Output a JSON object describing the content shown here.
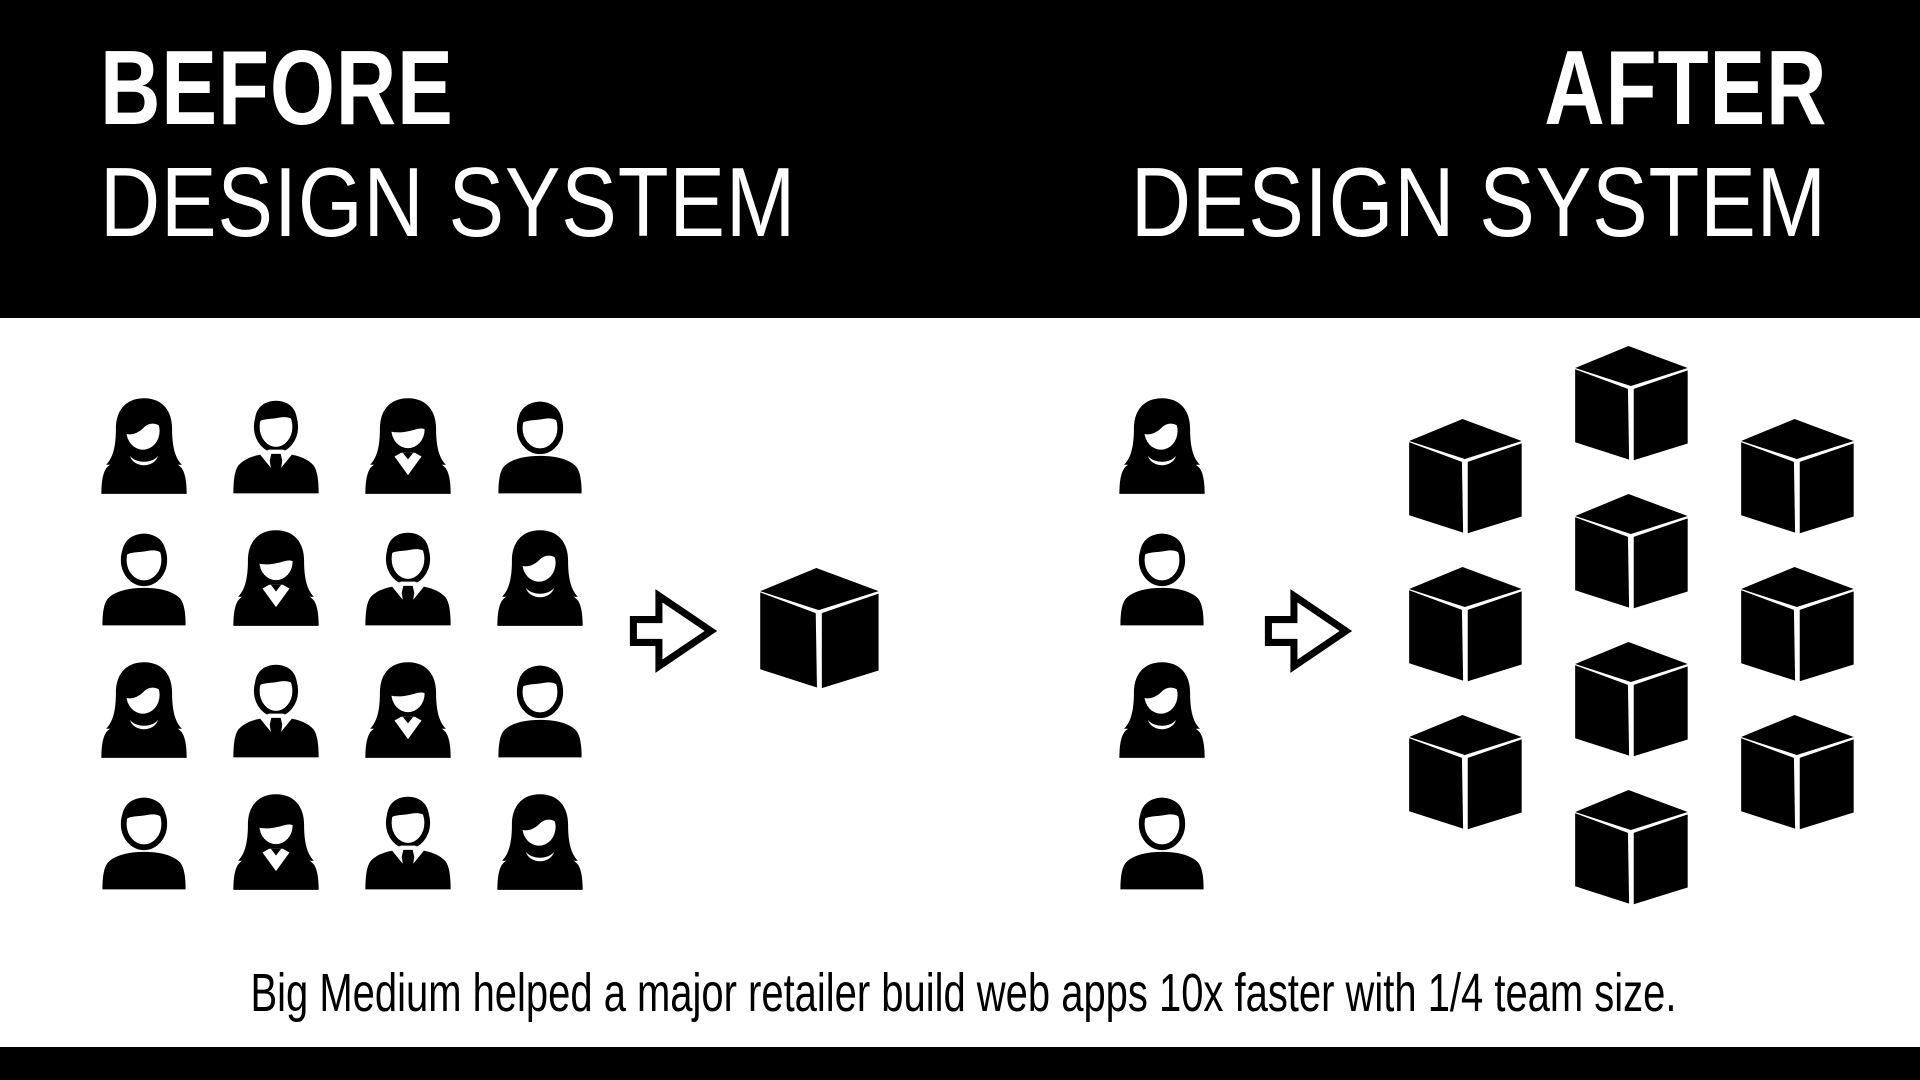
{
  "header": {
    "background": "#000000",
    "text_color": "#ffffff",
    "before_label": "BEFORE",
    "before_sublabel": "DESIGN SYSTEM",
    "after_label": "AFTER",
    "after_sublabel": "DESIGN SYSTEM"
  },
  "before_panel": {
    "people_grid": {
      "rows": 4,
      "cols": 4,
      "person_count": 16,
      "cells": [
        "woman-long-hair",
        "man-suit-tie",
        "woman-side-swept",
        "man-casual",
        "man-casual",
        "woman-side-swept",
        "man-suit-tie",
        "woman-long-hair",
        "woman-long-hair",
        "man-suit-tie",
        "woman-side-swept",
        "man-casual",
        "man-casual",
        "woman-side-swept",
        "man-suit-tie",
        "woman-long-hair"
      ]
    },
    "arrow": "arrow-right-icon",
    "cubes": {
      "count": 1
    }
  },
  "after_panel": {
    "people_column": {
      "person_count": 4,
      "cells": [
        "woman-long-hair",
        "man-casual",
        "woman-long-hair",
        "man-casual"
      ]
    },
    "arrow": "arrow-right-icon",
    "cubes": {
      "count": 10,
      "columns": [
        3,
        4,
        3
      ]
    }
  },
  "caption": {
    "text": "Big Medium helped a major retailer build web apps 10x faster with 1/4 team size."
  },
  "icons": {
    "person_types": [
      "woman-long-hair",
      "man-suit-tie",
      "woman-side-swept",
      "man-casual"
    ],
    "arrow": "arrow-right-icon",
    "cube": "cube-icon"
  },
  "colors": {
    "background": "#ffffff",
    "icon": "#000000",
    "bottom_bar": "#000000"
  }
}
